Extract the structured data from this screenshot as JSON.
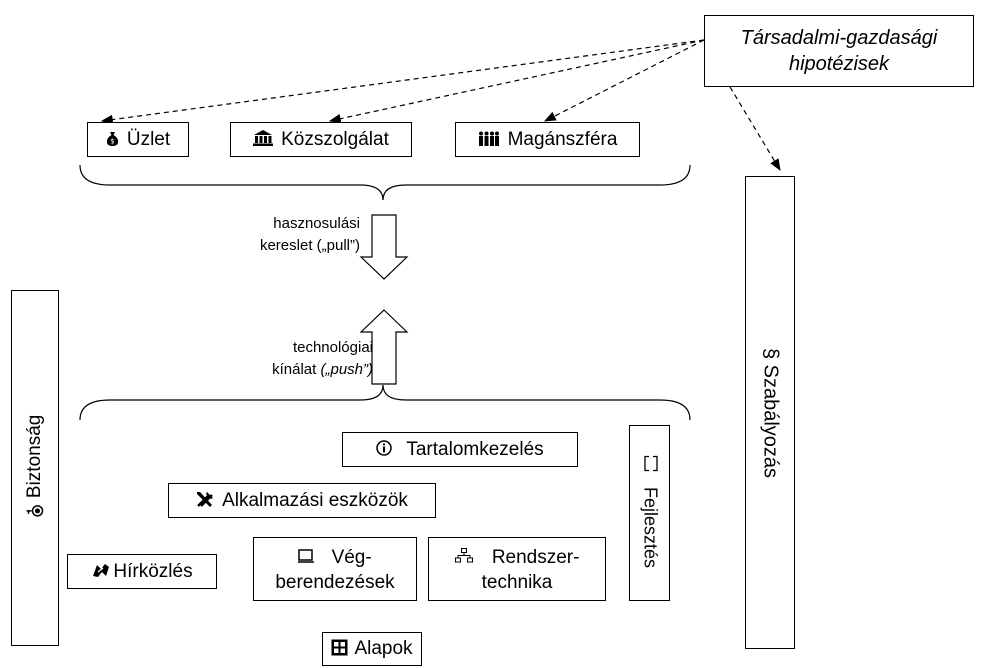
{
  "hypothesis": {
    "line1": "Társadalmi-gazdasági",
    "line2": "hipotézisek"
  },
  "demand_boxes": [
    {
      "label": "Üzlet",
      "icon": "money-bag-icon"
    },
    {
      "label": "Közszolgálat",
      "icon": "public-building-icon"
    },
    {
      "label": "Magánszféra",
      "icon": "people-icon"
    }
  ],
  "pull": {
    "line1": "hasznosulási",
    "line2": "kereslet („pull”)"
  },
  "push": {
    "line1": "technológiai",
    "line2_plain": "kínálat ",
    "line2_italic": "(„push”)"
  },
  "regulation": {
    "label": "Szabályozás",
    "symbol": "§"
  },
  "security": {
    "label": "Biztonság",
    "icon": "lock-icon"
  },
  "development": {
    "label": "Fejlesztés",
    "icon": "bracket-icon"
  },
  "content": {
    "label": "Tartalomkezelés",
    "icon": "info-icon"
  },
  "app_tools": {
    "label": "Alkalmazási eszközök",
    "icon": "tools-icon"
  },
  "telecom": {
    "label": "Hírközlés",
    "icon": "signal-icon"
  },
  "terminals": {
    "line1": "Vég-",
    "line2": "berendezések",
    "icon": "monitor-icon"
  },
  "systems": {
    "line1": "Rendszer-",
    "line2": "technika",
    "icon": "network-icon"
  },
  "foundations": {
    "label": "Alapok",
    "icon": "building-blocks-icon"
  }
}
